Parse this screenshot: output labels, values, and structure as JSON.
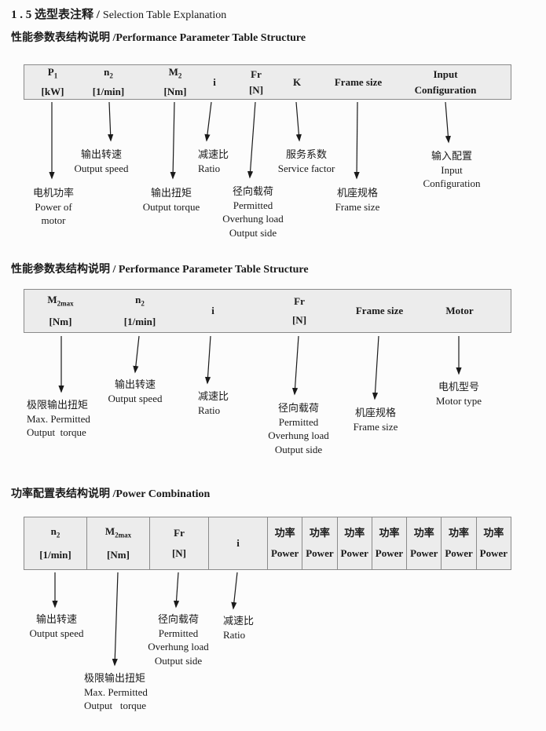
{
  "title": {
    "zh": "1 . 5 选型表注释 /",
    "en": "Selection Table Explanation"
  },
  "colors": {
    "header_bg": "#ececec",
    "border": "#8a8a8a",
    "arrow": "#1a1a1a",
    "text": "#1a1a1a"
  },
  "s1": {
    "heading": "性能参数表结构说明 /Performance Parameter Table Structure",
    "columns": [
      {
        "main": "P",
        "sub": "1",
        "line2": "[kW]"
      },
      {
        "main": "n",
        "sub": "2",
        "line2": "[1/min]"
      },
      {
        "main": "M",
        "sub": "2",
        "line2": "[Nm]"
      },
      {
        "main": "i"
      },
      {
        "main": "Fr",
        "line2": "[N]"
      },
      {
        "main": "K"
      },
      {
        "main": "Frame size"
      },
      {
        "main": "Input",
        "line2": "Configuration"
      }
    ],
    "labels": {
      "output_speed": [
        "输出转速",
        "Output speed"
      ],
      "ratio": [
        "减速比",
        "Ratio"
      ],
      "service_factor": [
        "服务系数",
        "Service factor"
      ],
      "input_configuration": [
        "输入配置",
        "Input",
        "Configuration"
      ],
      "power_of_motor": [
        "电机功率",
        "Power of",
        "motor"
      ],
      "output_torque": [
        "输出扭矩",
        "Output torque"
      ],
      "overhung_load": [
        "径向载荷",
        "Permitted",
        "Overhung load",
        "Output side"
      ],
      "frame_size": [
        "机座规格",
        "Frame size"
      ]
    }
  },
  "s2": {
    "heading": "性能参数表结构说明 / Performance Parameter Table Structure",
    "columns": [
      {
        "main": "M",
        "sub": "2max",
        "line2": "[Nm]"
      },
      {
        "main": "n",
        "sub": "2",
        "line2": "[1/min]"
      },
      {
        "main": "i"
      },
      {
        "main": "Fr",
        "line2": "[N]"
      },
      {
        "main": "Frame size"
      },
      {
        "main": "Motor"
      }
    ],
    "labels": {
      "max_output_torque": [
        "极限输出扭矩",
        "Max. Permitted",
        "Output  torque"
      ],
      "output_speed": [
        "输出转速",
        "Output speed"
      ],
      "ratio": [
        "减速比",
        "Ratio"
      ],
      "overhung_load": [
        "径向载荷",
        "Permitted",
        "Overhung load",
        "Output side"
      ],
      "frame_size": [
        "机座规格",
        "Frame size"
      ],
      "motor_type": [
        "电机型号",
        "Motor type"
      ]
    }
  },
  "s3": {
    "heading": "功率配置表结构说明 /Power Combination",
    "columns": [
      {
        "main": "n",
        "sub": "2",
        "line2": "[1/min]"
      },
      {
        "main": "M",
        "sub": "2max",
        "line2": "[Nm]"
      },
      {
        "main": "Fr",
        "line2": "[N]"
      },
      {
        "main": "i"
      },
      {
        "main": "功率",
        "line2": "Power"
      },
      {
        "main": "功率",
        "line2": "Power"
      },
      {
        "main": "功率",
        "line2": "Power"
      },
      {
        "main": "功率",
        "line2": "Power"
      },
      {
        "main": "功率",
        "line2": "Power"
      },
      {
        "main": "功率",
        "line2": "Power"
      },
      {
        "main": "功率",
        "line2": "Power"
      }
    ],
    "labels": {
      "output_speed": [
        "输出转速",
        "Output speed"
      ],
      "max_output_torque": [
        "极限输出扭矩",
        "Max. Permitted",
        "Output   torque"
      ],
      "overhung_load": [
        "径向载荷",
        "Permitted",
        "Overhung load",
        "Output side"
      ],
      "ratio": [
        "减速比",
        "Ratio"
      ]
    }
  }
}
